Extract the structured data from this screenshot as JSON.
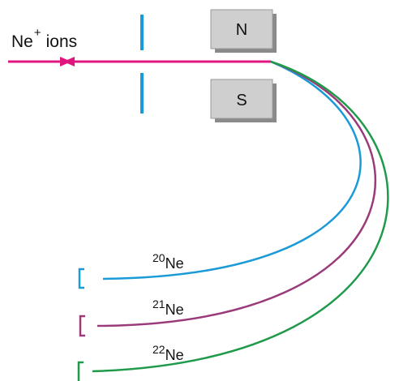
{
  "beam": {
    "symbol": "Ne",
    "charge": "+",
    "word": "ions",
    "color": "#e0157f"
  },
  "slit_color": "#1a9ad6",
  "magnet": {
    "north": "N",
    "south": "S",
    "fill": "#cfcfcf",
    "shadow": "#8a8a8a"
  },
  "isotopes": [
    {
      "mass": "20",
      "symbol": "Ne",
      "color": "#1a9ad6"
    },
    {
      "mass": "21",
      "symbol": "Ne",
      "color": "#9a3a7a"
    },
    {
      "mass": "22",
      "symbol": "Ne",
      "color": "#1f9a4a"
    }
  ]
}
